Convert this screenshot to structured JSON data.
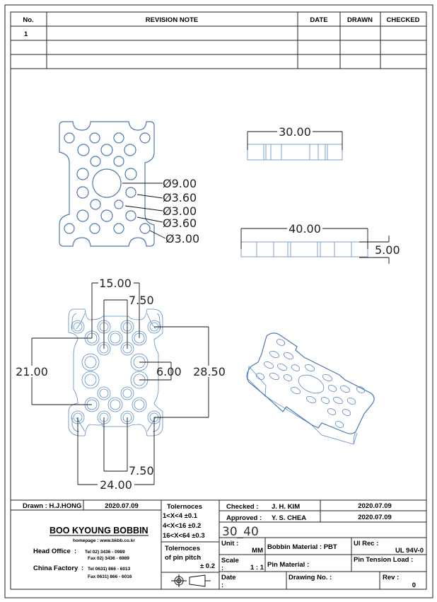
{
  "revision_table": {
    "headers": [
      "No.",
      "REVISION  NOTE",
      "DATE",
      "DRAWN",
      "CHECKED"
    ],
    "rows": [
      [
        "1",
        "",
        "",
        "",
        ""
      ],
      [
        "",
        "",
        "",
        "",
        ""
      ],
      [
        "",
        "",
        "",
        "",
        ""
      ]
    ]
  },
  "dimensions": {
    "top_view": {
      "d1": "Ø9.00",
      "d2": "Ø3.60",
      "d3": "Ø3.00",
      "d4": "Ø3.60",
      "d5": "Ø3.00"
    },
    "side_view_1": {
      "width": "30.00"
    },
    "side_view_2": {
      "width": "40.00",
      "height": "5.00"
    },
    "bottom_view": {
      "top": "15.00",
      "top_inner": "7.50",
      "left": "21.00",
      "right_inner": "6.00",
      "right": "28.50",
      "bottom_inner": "7.50",
      "bottom": "24.00"
    }
  },
  "title_block": {
    "drawn": "Drawn : H.J.HONG",
    "drawn_date": "2020.07.09",
    "company": "BOO KYOUNG BOBBIN",
    "homepage": "homepage : www.bkbb.co.kr",
    "head_office_label": "Head Office",
    "head_office_tel": "Tel   02) 3436 - 0989",
    "head_office_fax": "Fax   02) 3436 - 6989",
    "china_label": "China Factory",
    "china_tel": "Tel   0631) 866 - 6013",
    "china_fax": "Fax   0631) 866 - 6016",
    "colon": ":",
    "tolerances_title": "Tolernoces",
    "tolerances": [
      "1<X<4      ±0.1",
      "4<X<16   ±0.2",
      "16<X<64  ±0.3"
    ],
    "pin_pitch_title1": "Tolernoces",
    "pin_pitch_title2": "of pin pitch",
    "pin_pitch_value": "± 0.2",
    "checked_label": "Checked :",
    "checked_name": "J. H. KIM",
    "checked_date": "2020.07.09",
    "approved_label": "Approved :",
    "approved_name": "Y. S. CHEA",
    "approved_date": "2020.07.09",
    "part_name": "30_40",
    "unit_label": "Unit :",
    "unit_value": "MM",
    "bobbin_material": "Bobbin Material : PBT",
    "ul_label": "Ul Rec :",
    "ul_value": "UL 94V-0",
    "scale_label": "Scale",
    "scale_colon": ":",
    "scale_value": "1 : 1",
    "pin_material": "Pin Material :",
    "pin_tension": "Pin Tension Load :",
    "date_label": "Date",
    "date_colon": ":",
    "drawing_no": "Drawing No. :",
    "rev_label": "Rev :",
    "rev_value": "0"
  },
  "colors": {
    "part_outline": "#4a78b0",
    "lines": "#222222"
  }
}
